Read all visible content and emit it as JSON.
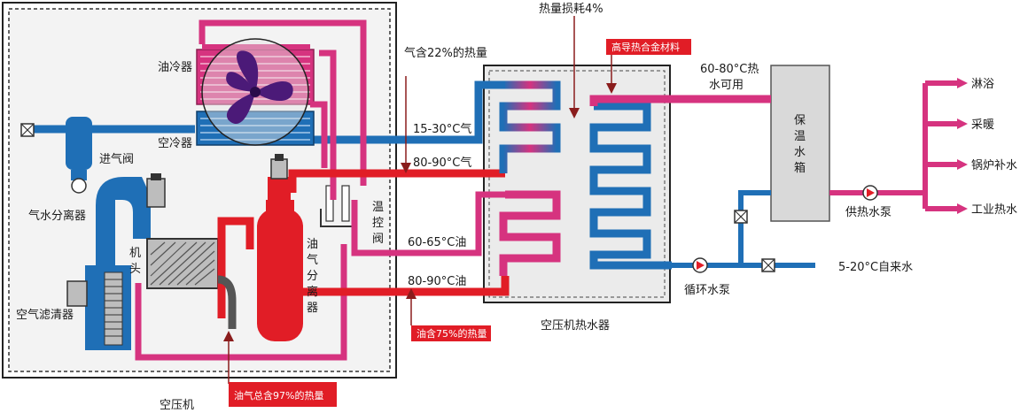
{
  "compressor": {
    "title": "空压机",
    "oil_cooler": "油冷器",
    "air_cooler": "空冷器",
    "intake_valve": "进气阀",
    "water_separator": "气水分离器",
    "machine_head": [
      "机",
      "头"
    ],
    "air_filter": "空气滤清器",
    "oil_gas_separator": [
      "油",
      "气",
      "分",
      "离",
      "器"
    ],
    "thermo_valve": [
      "温",
      "控",
      "阀"
    ],
    "badge_97": "油气总含97%的热量"
  },
  "flows": {
    "gas_22": "气含22%的热量",
    "gas_15_30": "15-30°C气",
    "gas_80_90": "80-90°C气",
    "oil_60_65": "60-65°C油",
    "oil_80_90": "80-90°C油",
    "badge_75": "油含75%的热量"
  },
  "heater": {
    "title": "空压机热水器",
    "heat_loss": "热量损耗4%",
    "badge_material": "高导热合金材料",
    "hot_water": [
      "60-80°C热",
      "水可用"
    ],
    "circulation_pump": "循环水泵",
    "tap_water": "5-20°C自来水"
  },
  "tank": {
    "label": [
      "保",
      "温",
      "水",
      "箱"
    ],
    "supply_pump": "供热水泵"
  },
  "outputs": [
    "淋浴",
    "采暖",
    "锅炉补水",
    "工业热水"
  ],
  "colors": {
    "blue": "#1f6fb6",
    "red": "#e11d26",
    "pink": "#d6337f",
    "badge": "#e11d26",
    "fan": "#4b1a78"
  }
}
